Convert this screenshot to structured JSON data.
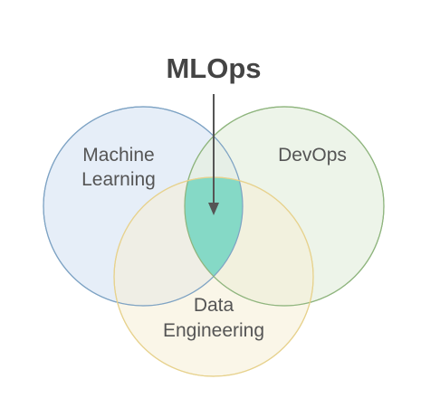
{
  "diagram": {
    "title": "MLOps",
    "sets": {
      "ml": {
        "label_line1": "Machine",
        "label_line2": "Learning",
        "fill": "#dde8f5",
        "stroke": "#7ea3c4"
      },
      "devops": {
        "label": "DevOps",
        "fill": "#e6efdf",
        "stroke": "#8fb57e"
      },
      "de": {
        "label_line1": "Data",
        "label_line2": "Engineering",
        "fill": "#f6efd6",
        "stroke": "#e7d28e"
      }
    },
    "intersection": {
      "fill": "#79d6c3",
      "stroke": "#5fb8a6"
    },
    "arrow_color": "#555555"
  }
}
